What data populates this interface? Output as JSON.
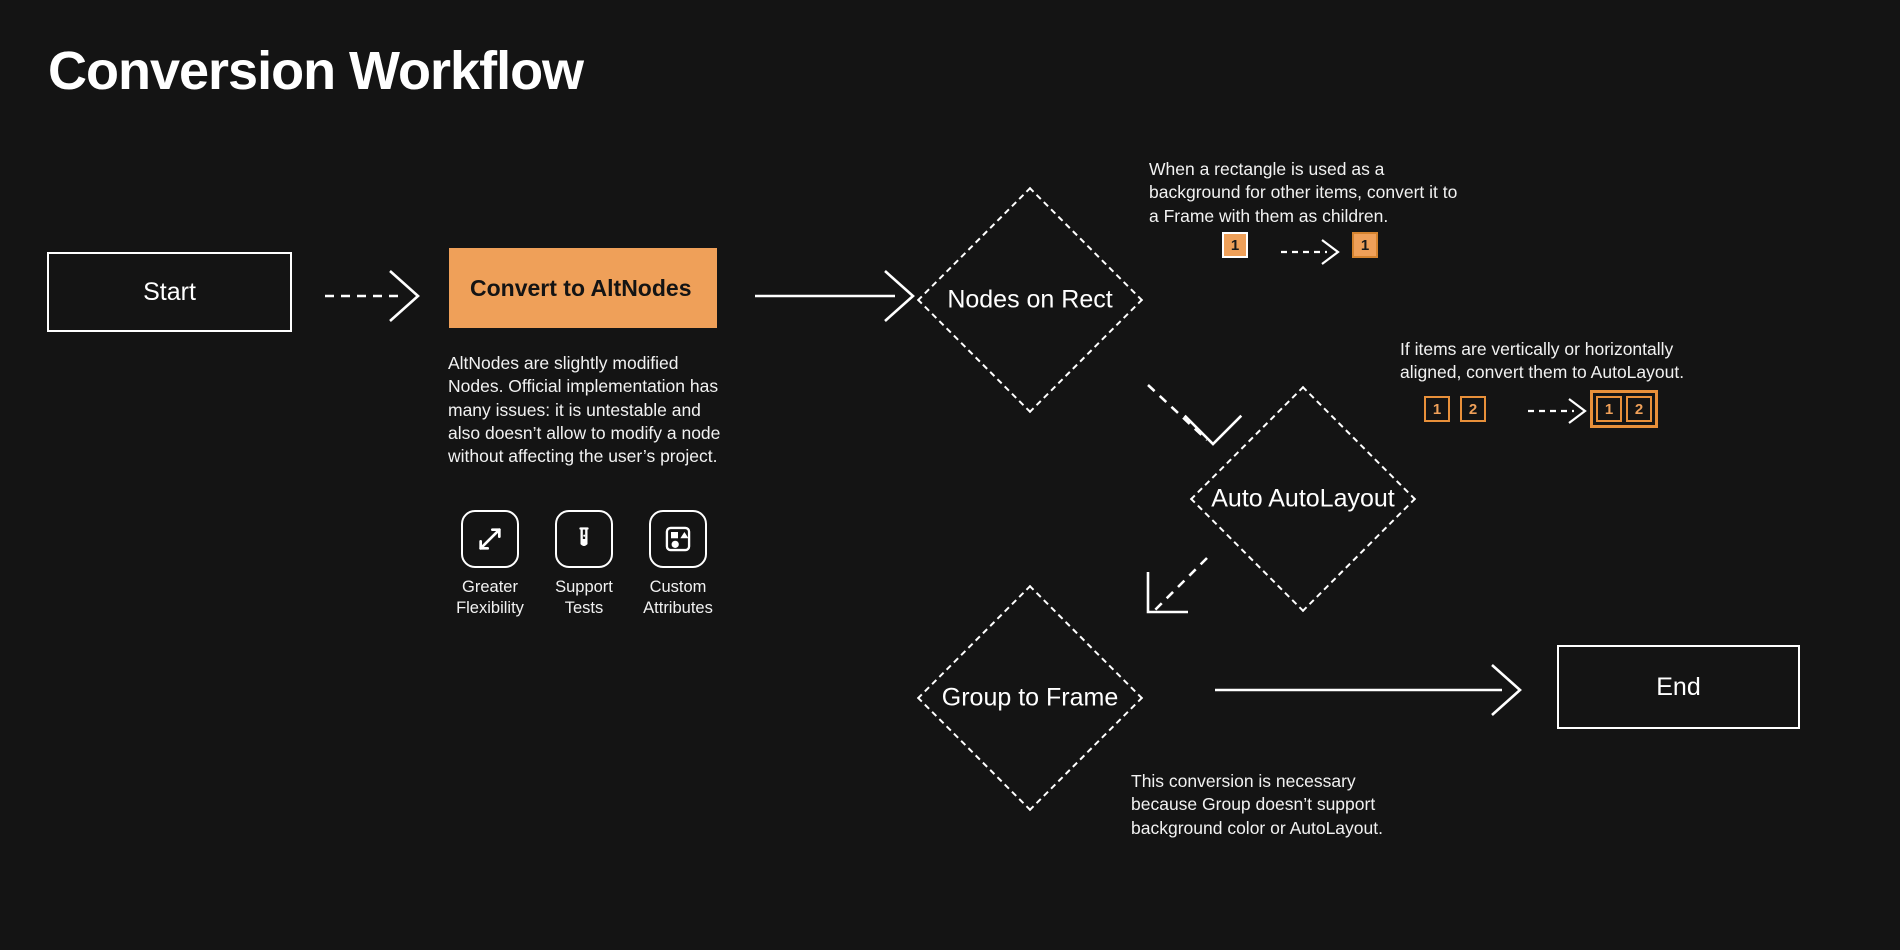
{
  "page": {
    "title": "Conversion Workflow",
    "background_color": "#141414",
    "accent_color": "#efa059",
    "text_color": "#ffffff"
  },
  "nodes": {
    "start": {
      "label": "Start",
      "shape": "rectangle"
    },
    "convert": {
      "label": "Convert to AltNodes",
      "shape": "rectangle",
      "fill": "#efa059"
    },
    "nodes_on_rect": {
      "label": "Nodes on Rect",
      "shape": "diamond"
    },
    "auto_autolayout": {
      "label": "Auto AutoLayout",
      "shape": "diamond"
    },
    "group_to_frame": {
      "label": "Group to Frame",
      "shape": "diamond"
    },
    "end": {
      "label": "End",
      "shape": "rectangle"
    }
  },
  "notes": {
    "altnodes": "AltNodes are slightly modified Nodes. Official implementation has many issues: it is untestable and also doesn’t allow to modify a node without affecting the user’s project.",
    "nodes_on_rect": "When a rectangle is used as a background for other items, convert it to a Frame with them as children.",
    "auto_autolayout": "If items are vertically or horizontally aligned, convert them to AutoLayout.",
    "group_to_frame": "This conversion is necessary because Group doesn’t support background color or AutoLayout."
  },
  "features": [
    {
      "icon": "expand-diagonal-icon",
      "label": "Greater\nFlexibility",
      "line1": "Greater",
      "line2": "Flexibility"
    },
    {
      "icon": "test-tube-icon",
      "label": "Support\nTests",
      "line1": "Support",
      "line2": "Tests"
    },
    {
      "icon": "shapes-in-square-icon",
      "label": "Custom\nAttributes",
      "line1": "Custom",
      "line2": "Attributes"
    }
  ],
  "chips": {
    "nodes_on_rect_before": [
      "1"
    ],
    "nodes_on_rect_after": [
      "1"
    ],
    "auto_autolayout_before": [
      "1",
      "2"
    ],
    "auto_autolayout_after": [
      "1",
      "2"
    ]
  },
  "edges": [
    {
      "from": "start",
      "to": "convert",
      "style": "dashed"
    },
    {
      "from": "convert",
      "to": "nodes_on_rect",
      "style": "solid"
    },
    {
      "from": "nodes_on_rect",
      "to": "auto_autolayout",
      "style": "dashed"
    },
    {
      "from": "auto_autolayout",
      "to": "group_to_frame",
      "style": "dashed"
    },
    {
      "from": "group_to_frame",
      "to": "end",
      "style": "solid"
    }
  ]
}
